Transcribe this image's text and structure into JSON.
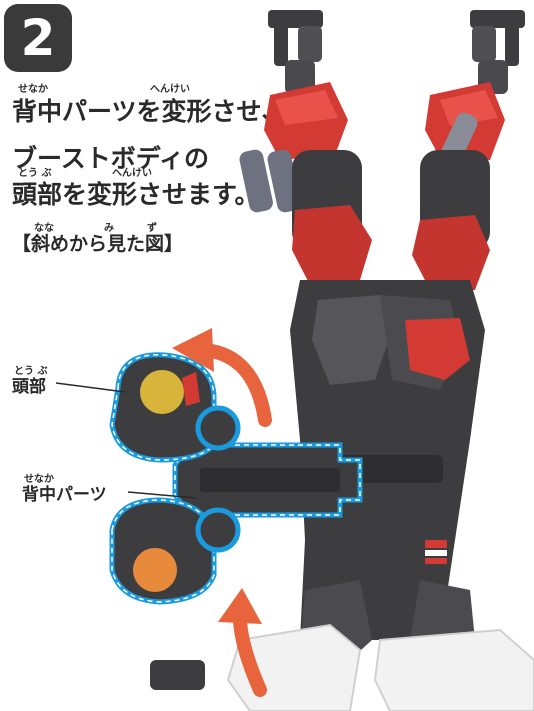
{
  "step_number": "2",
  "instructions": {
    "line1": "背中パーツを変形させ、",
    "line1_ruby": [
      "せなか",
      "へんけい"
    ],
    "line2": "ブーストボディの",
    "line3": "頭部を変形させます。",
    "line3_ruby": [
      "とう ぶ",
      "へんけい"
    ],
    "line4": "【斜めから見た図】",
    "line4_ruby": [
      "なな",
      "み",
      "ず"
    ]
  },
  "callouts": {
    "head": "頭部",
    "head_ruby": "とう ぶ",
    "back_parts": "背中パーツ",
    "back_parts_ruby": "せなか"
  },
  "colors": {
    "badge": "#3a3a3a",
    "robot_dark": "#3d3d40",
    "robot_red": "#d23a33",
    "arrow": "#e8643c",
    "highlight": "#1a9be0"
  }
}
